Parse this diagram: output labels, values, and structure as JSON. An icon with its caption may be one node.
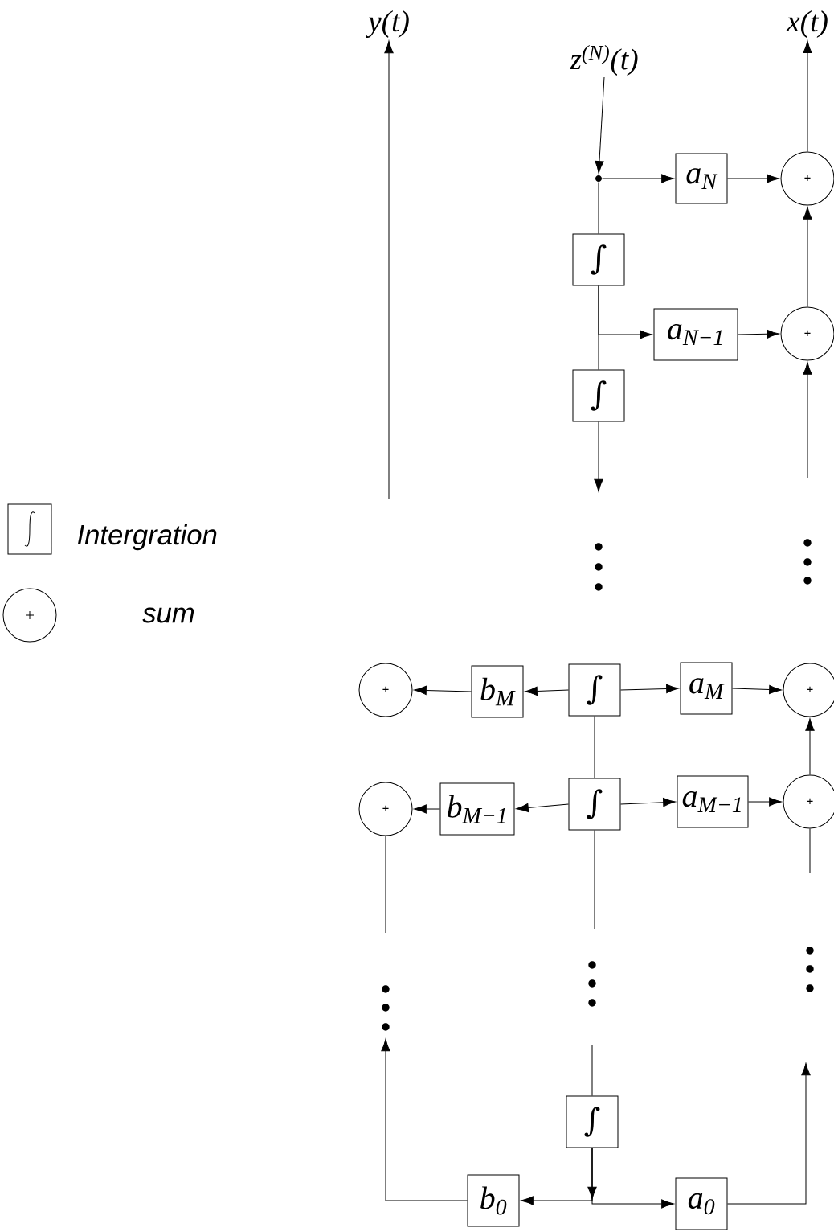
{
  "diagram": {
    "nodes": [
      {
        "text": [
          "y(t)"
        ]
      },
      {
        "text": [
          "z$^{(N)}$(t)"
        ]
      },
      {
        "text": [
          "x(t)"
        ]
      },
      {
        "text": [],
        "shape": "dot"
      },
      {
        "text": [
          "a$_{N}$"
        ]
      },
      {
        "text": [
          "+"
        ]
      },
      {
        "text": [
          "∫"
        ]
      },
      {
        "text": [
          "a$_{N−1}$"
        ]
      },
      {
        "text": [
          "+"
        ]
      },
      {
        "text": [
          "∫"
        ]
      },
      {
        "text": [
          "+"
        ]
      },
      {
        "text": [
          "b$_{M}$"
        ]
      },
      {
        "text": [
          "∫"
        ]
      },
      {
        "text": [
          "a$_{M}$"
        ]
      },
      {
        "text": [
          "+"
        ]
      },
      {
        "text": [
          "+"
        ]
      },
      {
        "text": [
          "b$_{M−1}$"
        ]
      },
      {
        "text": [
          "∫"
        ]
      },
      {
        "text": [
          "a$_{M−1}$"
        ]
      },
      {
        "text": [
          "+"
        ]
      },
      {
        "text": [
          "∫"
        ]
      },
      {
        "text": [
          "b$_{0}$"
        ]
      },
      {
        "text": [
          "a$_{0}$"
        ]
      }
    ],
    "edges": [
      {
        "from": null,
        "to": 0,
        "arrow": "to"
      },
      {
        "from": 1,
        "to": 3,
        "arrow": "to"
      },
      {
        "from": 3,
        "to": 4,
        "arrow": "to"
      },
      {
        "from": 3,
        "to": 6,
        "arrow": "none"
      },
      {
        "from": 6,
        "to": 9,
        "arrow": "none"
      },
      {
        "from": 6,
        "to": 7,
        "arrow": "to"
      },
      {
        "from": 9,
        "to": null,
        "arrow": "to"
      },
      {
        "from": 4,
        "to": 5,
        "arrow": "to"
      },
      {
        "from": 7,
        "to": 8,
        "arrow": "to"
      },
      {
        "from": 8,
        "to": 5,
        "arrow": "to"
      },
      {
        "from": 5,
        "to": 2,
        "arrow": "to"
      },
      {
        "from": null,
        "to": 8,
        "arrow": "to"
      },
      {
        "from": 12,
        "to": 11,
        "arrow": "to"
      },
      {
        "from": 11,
        "to": 10,
        "arrow": "to"
      },
      {
        "from": 12,
        "to": 13,
        "arrow": "to"
      },
      {
        "from": 13,
        "to": 14,
        "arrow": "to"
      },
      {
        "from": 12,
        "to": 17,
        "arrow": "none"
      },
      {
        "from": 17,
        "to": 16,
        "arrow": "to"
      },
      {
        "from": 16,
        "to": 15,
        "arrow": "to"
      },
      {
        "from": 17,
        "to": 18,
        "arrow": "to"
      },
      {
        "from": 18,
        "to": 19,
        "arrow": "to"
      },
      {
        "from": 19,
        "to": 14,
        "arrow": "to"
      },
      {
        "from": 15,
        "to": null,
        "arrow": "none"
      },
      {
        "from": 17,
        "to": null,
        "arrow": "none"
      },
      {
        "from": 19,
        "to": null,
        "arrow": "none"
      },
      {
        "from": null,
        "to": 20,
        "arrow": "none"
      },
      {
        "from": 20,
        "to": 21,
        "arrow": "to"
      },
      {
        "from": 20,
        "to": 22,
        "arrow": "to"
      },
      {
        "from": 21,
        "to": null,
        "arrow": "to"
      },
      {
        "from": 22,
        "to": null,
        "arrow": "to"
      }
    ],
    "legend": [
      {
        "text": "Intergration"
      },
      {
        "text": "sum"
      }
    ]
  }
}
